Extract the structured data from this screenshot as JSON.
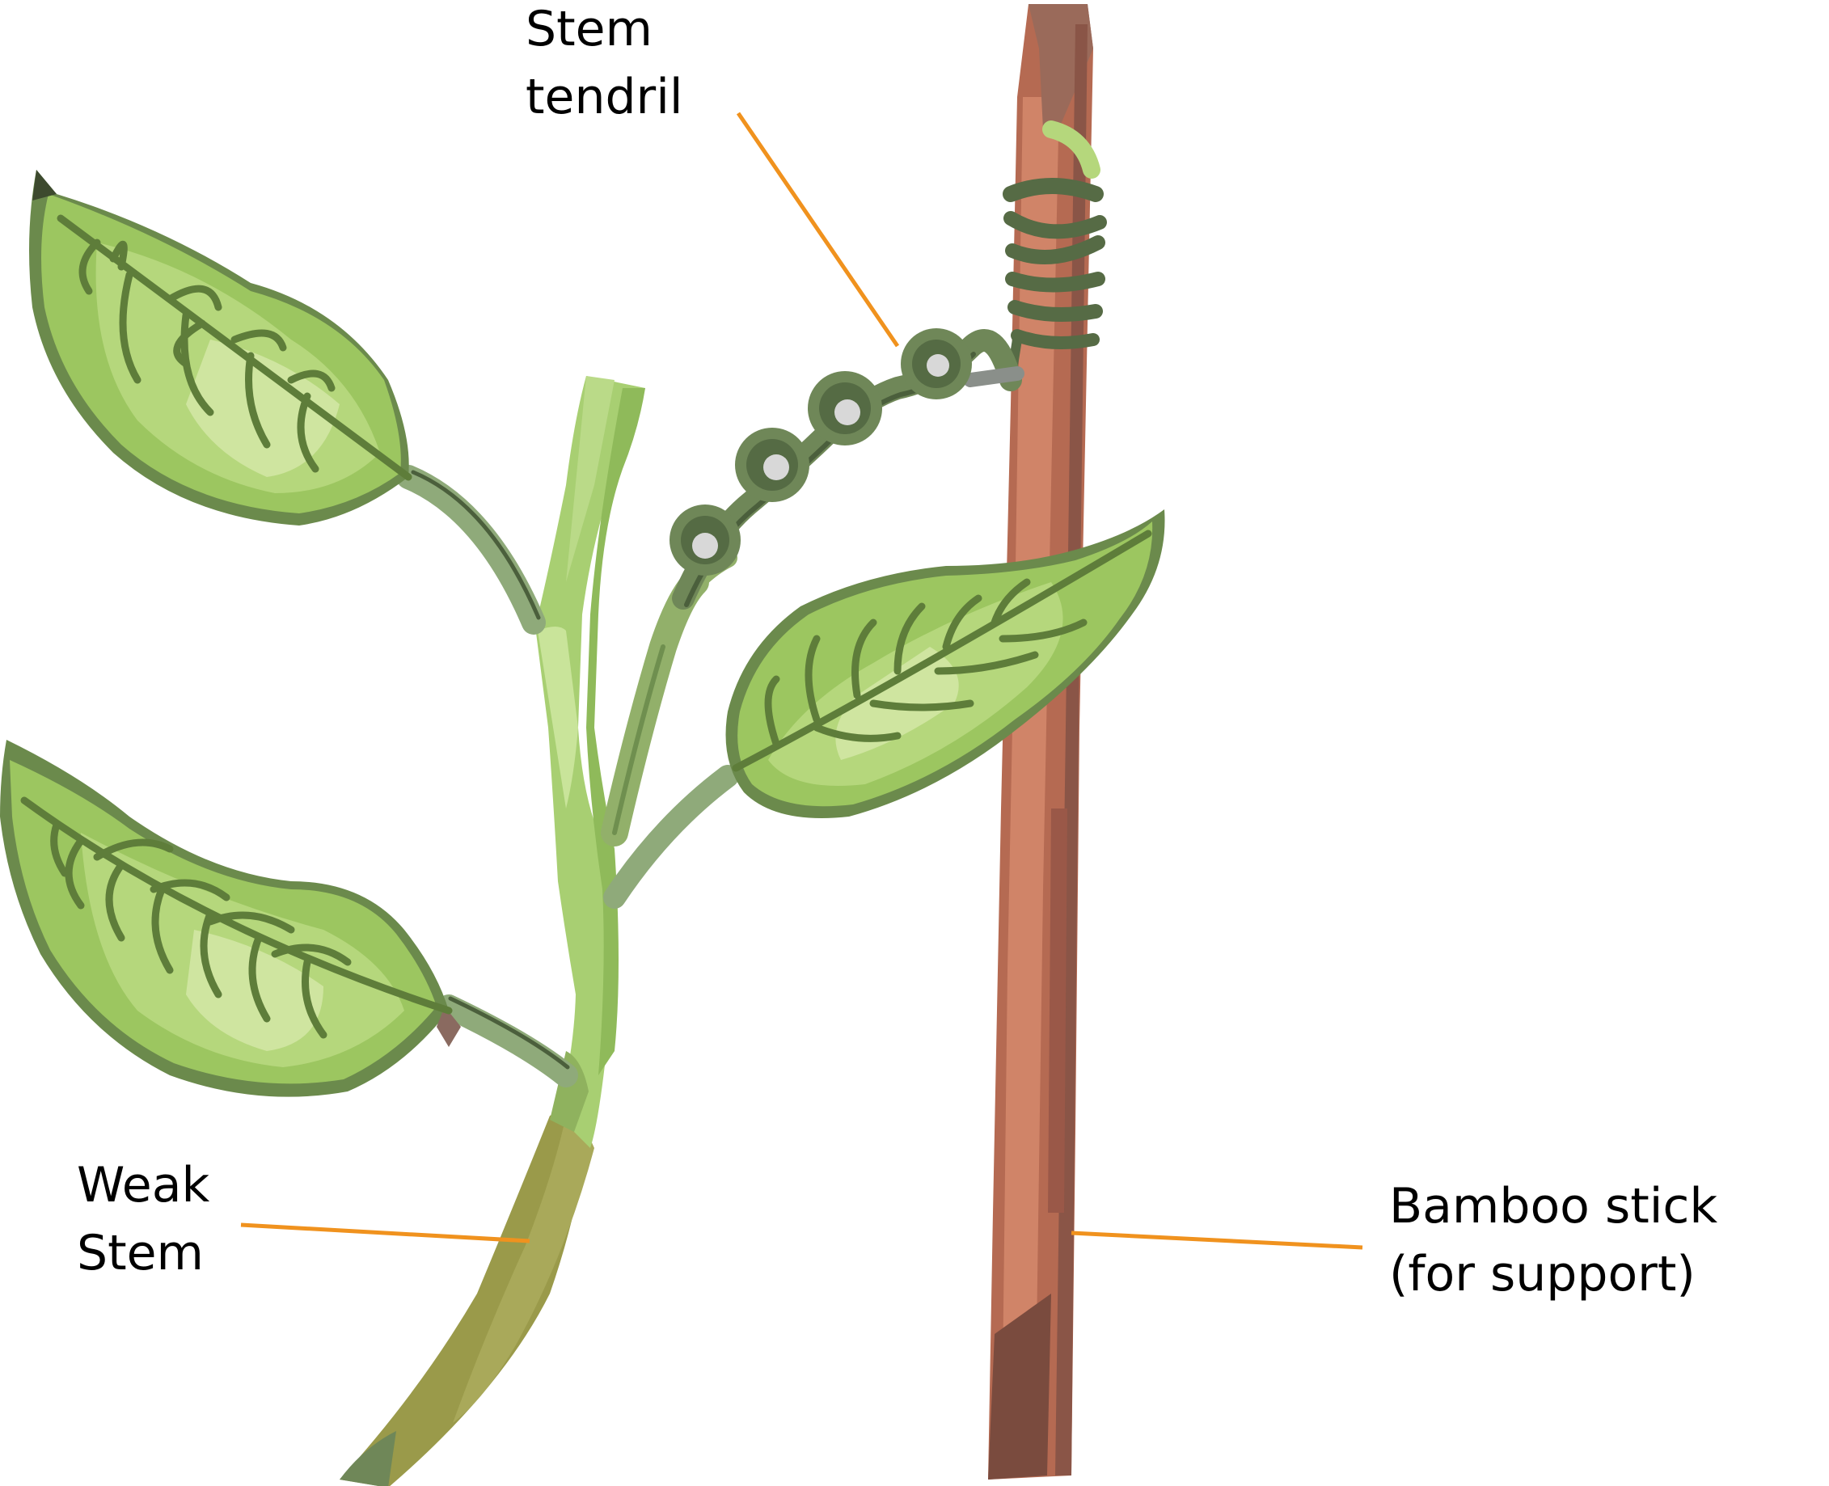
{
  "labels": {
    "stem_tendril": {
      "line1": "Stem",
      "line2": "tendril"
    },
    "weak_stem": {
      "line1": "Weak",
      "line2": "Stem"
    },
    "bamboo_stick": {
      "line1": "Bamboo stick",
      "line2": "(for support)"
    }
  },
  "colors": {
    "leader_line": "#f0921e",
    "leaf_light": "#b5d77c",
    "leaf_mid": "#9cc660",
    "leaf_vein": "#5e7d3a",
    "leaf_edge": "#6b8a4c",
    "stem_green": "#a8cf72",
    "stem_dark": "#6f8f4f",
    "weak_stem": "#9a9a4a",
    "tendril": "#6f8758",
    "tendril_dark": "#4b5f3c",
    "bamboo_light": "#d08468",
    "bamboo_mid": "#b56a52",
    "bamboo_dark": "#7a4b3e",
    "text": "#000000"
  }
}
